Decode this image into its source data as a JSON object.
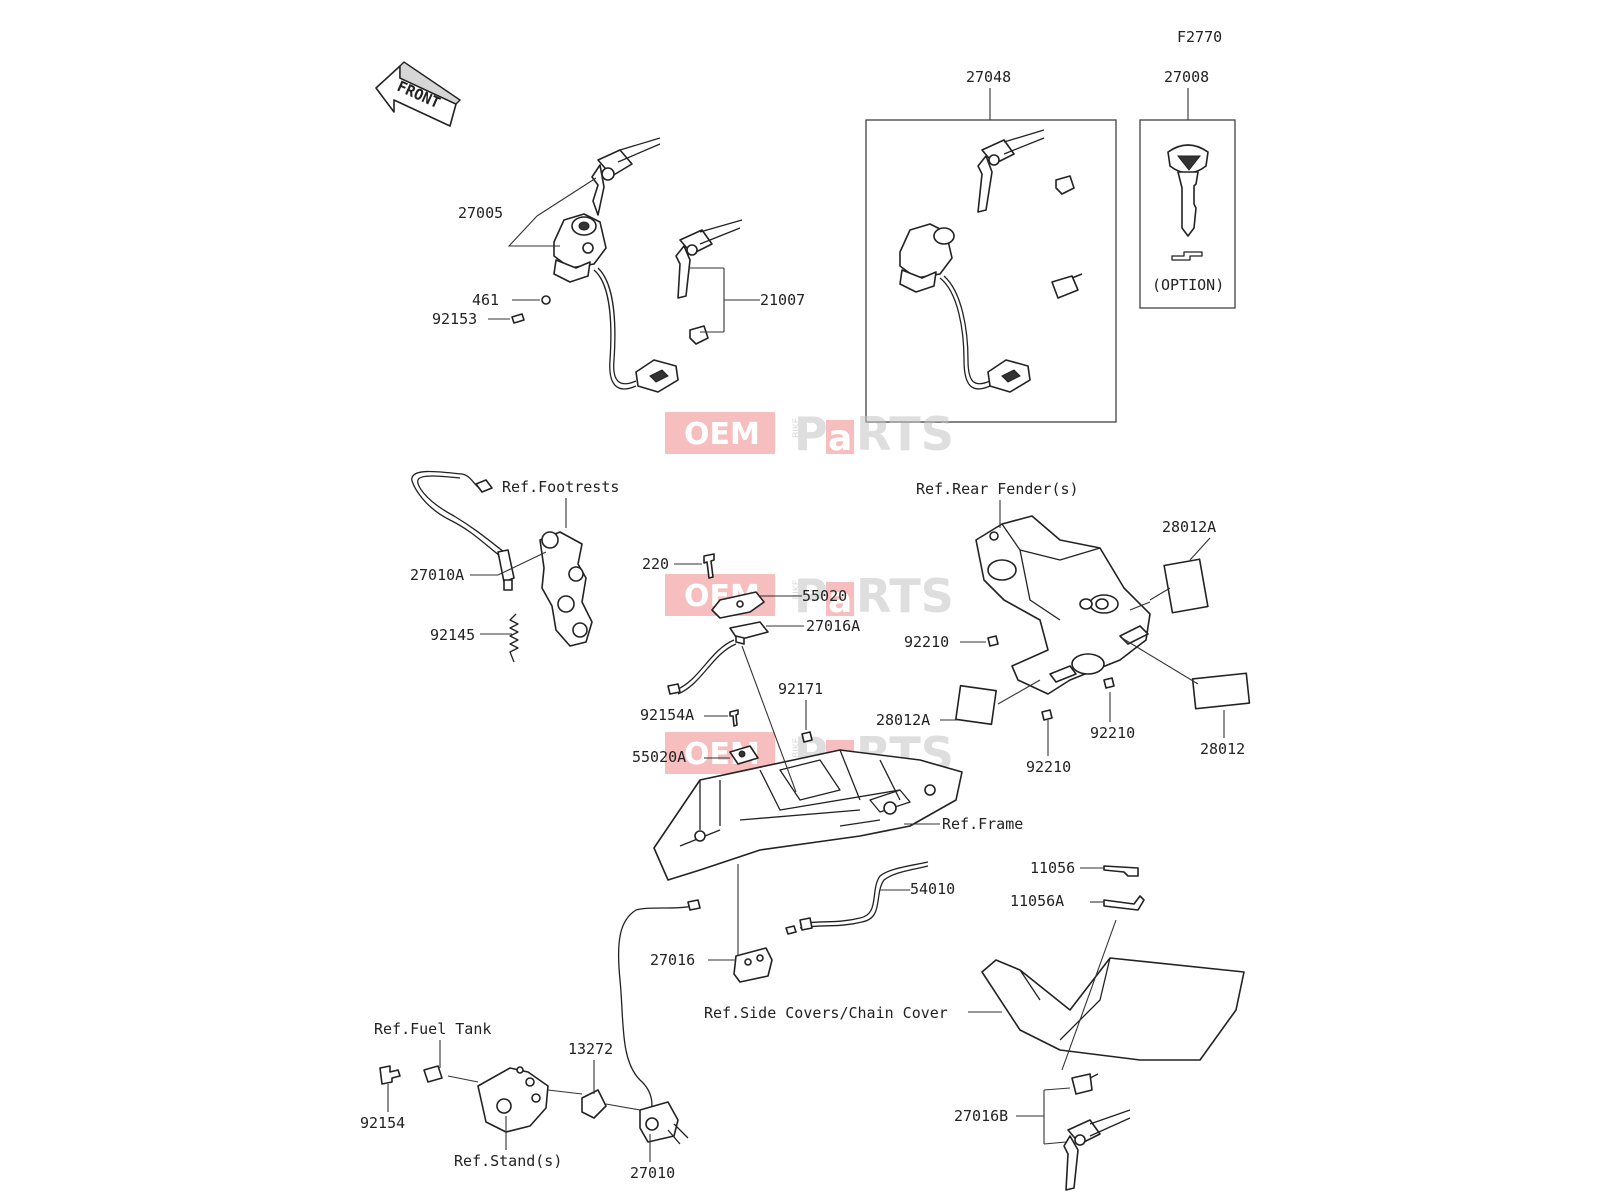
{
  "figure_code": "F2770",
  "front_arrow_label": "FRONT",
  "watermark": {
    "oem": "OEM",
    "bike": "BIKE",
    "parts_p": "P",
    "parts_a": "a",
    "parts_rts": "RTS"
  },
  "callouts": {
    "c27048": "27048",
    "c27008": "27008",
    "c27005": "27005",
    "c461": "461",
    "c92153": "92153",
    "c21007": "21007",
    "option": "(OPTION)",
    "ref_footrests": "Ref.Footrests",
    "c27010A": "27010A",
    "c92145": "92145",
    "c220": "220",
    "c55020": "55020",
    "c27016A": "27016A",
    "c92171": "92171",
    "c92154A": "92154A",
    "c55020A": "55020A",
    "ref_rear_fender": "Ref.Rear Fender(s)",
    "c28012A_top": "28012A",
    "c92210_a": "92210",
    "c28012A_left": "28012A",
    "c92210_b": "92210",
    "c92210_c": "92210",
    "c28012": "28012",
    "ref_frame": "Ref.Frame",
    "c11056": "11056",
    "c11056A": "11056A",
    "c54010": "54010",
    "c27016": "27016",
    "ref_side_covers": "Ref.Side Covers/Chain Cover",
    "ref_fuel_tank": "Ref.Fuel Tank",
    "c13272": "13272",
    "c92154": "92154",
    "ref_stands": "Ref.Stand(s)",
    "c27010": "27010",
    "c27016B": "27016B"
  }
}
